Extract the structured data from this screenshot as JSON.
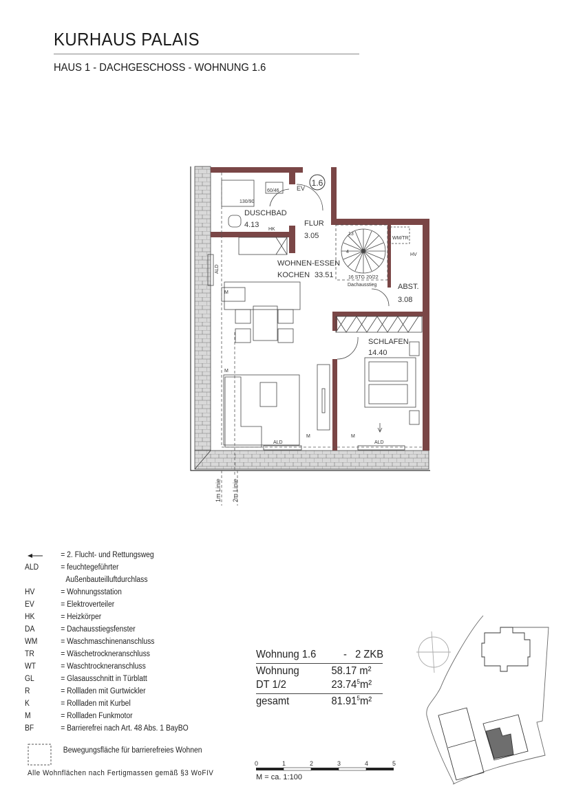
{
  "header": {
    "title": "KURHAUS PALAIS",
    "subtitle": "HAUS 1 - DACHGESCHOSS - WOHNUNG 1.6"
  },
  "plan": {
    "apartment_marker": "1.6",
    "wall_color": "#7a4646",
    "rooms": [
      {
        "name": "DUSCHBAD",
        "area": "4.13"
      },
      {
        "name": "FLUR",
        "area": "3.05"
      },
      {
        "name": "WOHNEN-ESSEN",
        "name2": "KOCHEN",
        "area": "33.51"
      },
      {
        "name": "ABST.",
        "area": "3.08"
      },
      {
        "name": "SCHLAFEN",
        "area": "14.40"
      }
    ],
    "labels": {
      "ev": "EV",
      "shower": "130/90",
      "sink": "60/46",
      "hk": "HK",
      "wm_tr": "WM/TR",
      "hv": "HV",
      "stairs": "16 STG 20/22",
      "stairs_note": "Dachausstieg",
      "stair_start": "13",
      "stair_mid": "4",
      "ald": "ALD",
      "m": "M",
      "line_1m": "1m Linie",
      "line_2m": "2m Linie"
    }
  },
  "legend": {
    "items": [
      {
        "symbol": "arrow-left",
        "desc": "= 2. Flucht- und Rettungsweg"
      },
      {
        "symbol": "ALD",
        "desc": "= feuchtegeführter"
      },
      {
        "symbol": "",
        "desc": "Außenbauteilluftdurchlass"
      },
      {
        "symbol": "HV",
        "desc": "= Wohnungsstation"
      },
      {
        "symbol": "EV",
        "desc": "= Elektroverteiler"
      },
      {
        "symbol": "HK",
        "desc": "= Heizkörper"
      },
      {
        "symbol": "DA",
        "desc": "= Dachausstiegsfenster"
      },
      {
        "symbol": "WM",
        "desc": "= Waschmaschinenanschluss"
      },
      {
        "symbol": "TR",
        "desc": "= Wäschetrockneranschluss"
      },
      {
        "symbol": "WT",
        "desc": "= Waschtrockneranschluss"
      },
      {
        "symbol": "GL",
        "desc": "= Glasausschnitt in Türblatt"
      },
      {
        "symbol": "R",
        "desc": "= Rollladen mit Gurtwickler"
      },
      {
        "symbol": "K",
        "desc": "= Rollladen mit Kurbel"
      },
      {
        "symbol": "M",
        "desc": "= Rollladen Funkmotor"
      },
      {
        "symbol": "BF",
        "desc": "= Barrierefrei nach Art. 48 Abs. 1 BayBO"
      }
    ],
    "movement_area": "Bewegungsfläche für barrierefreies Wohnen",
    "footnote": "Alle Wohnflächen nach Fertigmassen gemäß §3 WoFIV"
  },
  "area_table": {
    "header_left": "Wohnung 1.6",
    "header_right": "-   2 ZKB",
    "rows": [
      {
        "label": "Wohnung",
        "value": "58.17",
        "sup": "",
        "unit": "m²"
      },
      {
        "label": "DT 1/2",
        "value": "23.74",
        "sup": "5",
        "unit": "m²"
      },
      {
        "label": "gesamt",
        "value": "81.91",
        "sup": "5",
        "unit": "m²"
      }
    ]
  },
  "scale_bar": {
    "ticks": [
      "0",
      "1",
      "2",
      "3",
      "4",
      "5"
    ],
    "caption": "M = ca. 1:100"
  },
  "site_plan": {
    "highlight_color": "#6e6e6e"
  }
}
